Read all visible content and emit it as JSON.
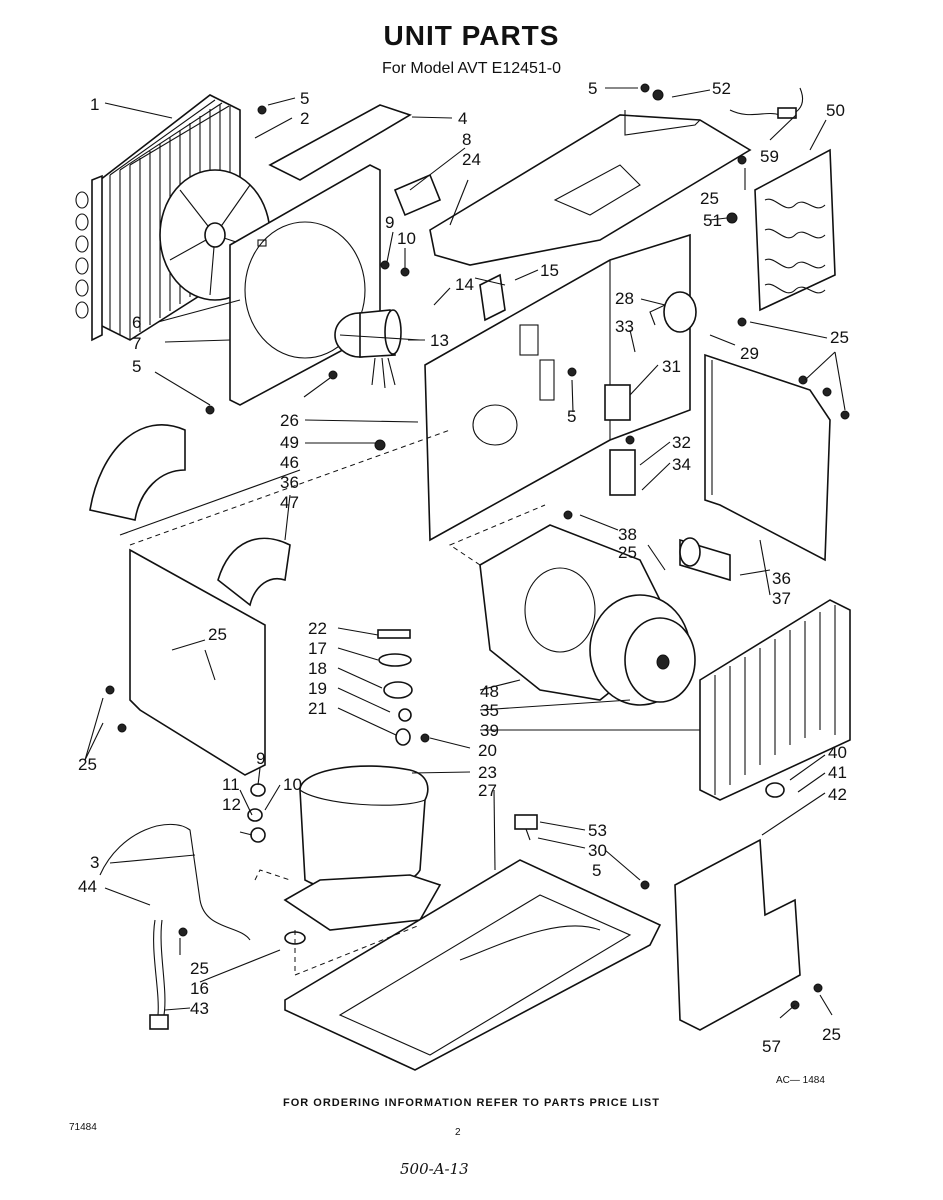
{
  "title": "UNIT PARTS",
  "subtitle": "For Model AVT E12451-0",
  "footer_note": "FOR ORDERING INFORMATION REFER TO PARTS PRICE LIST",
  "doc_code": "AC— 1484",
  "form_number": "71484",
  "page_number": "2",
  "handwritten_note": "500-A-13",
  "callouts": [
    "1",
    "5",
    "2",
    "4",
    "8",
    "24",
    "5",
    "52",
    "50",
    "59",
    "25",
    "51",
    "9",
    "10",
    "15",
    "14",
    "13",
    "28",
    "33",
    "25",
    "6",
    "7",
    "5",
    "29",
    "31",
    "5",
    "26",
    "49",
    "46",
    "36",
    "47",
    "32",
    "34",
    "38",
    "25",
    "36",
    "37",
    "22",
    "17",
    "18",
    "19",
    "21",
    "20",
    "23",
    "25",
    "48",
    "35",
    "39",
    "25",
    "40",
    "41",
    "42",
    "9",
    "11",
    "10",
    "12",
    "27",
    "53",
    "30",
    "5",
    "3",
    "44",
    "25",
    "16",
    "43",
    "57",
    "25"
  ]
}
